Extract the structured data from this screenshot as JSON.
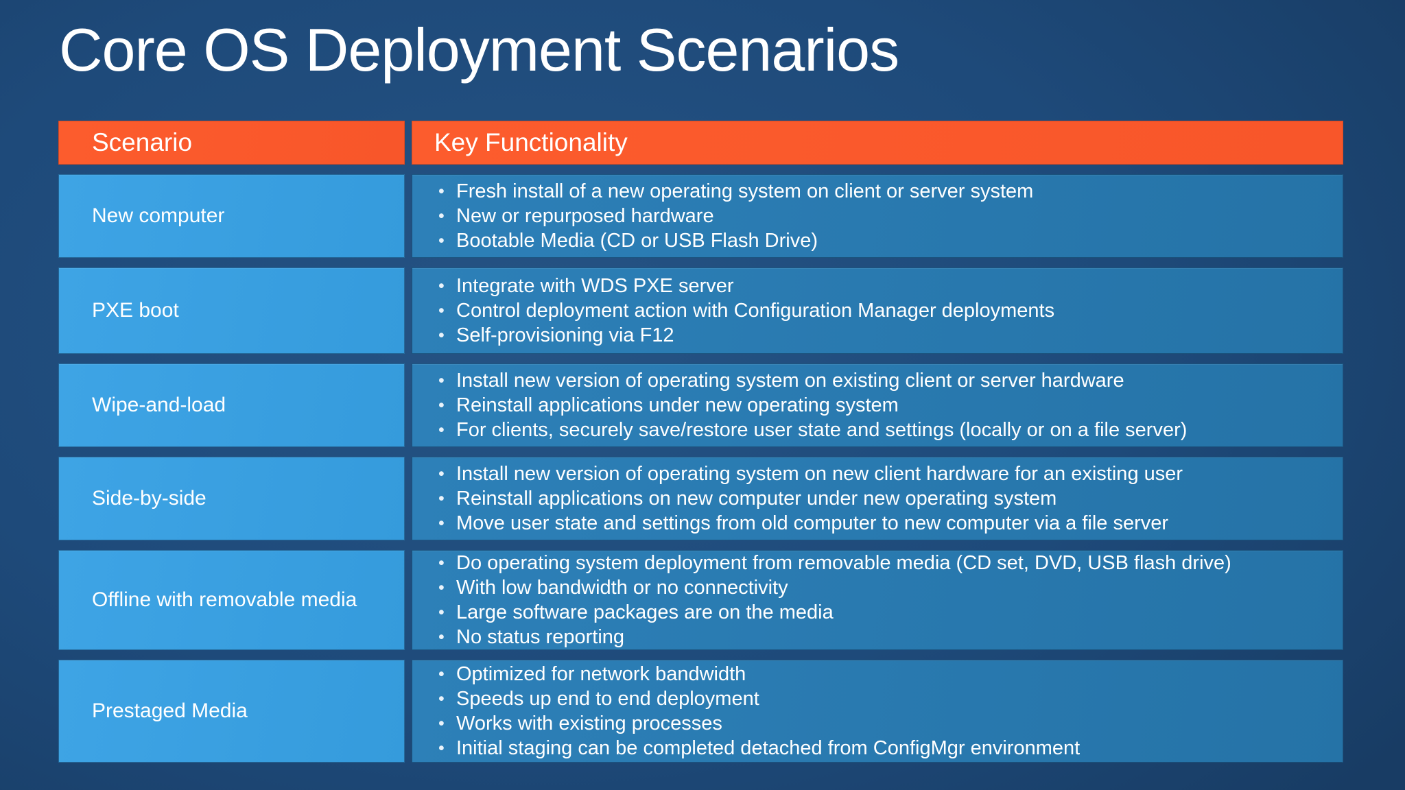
{
  "slide": {
    "title": "Core OS Deployment Scenarios"
  },
  "colors": {
    "background": "#1E4A7A",
    "header_fill": "#FA582C",
    "scenario_cell_fill": "#39A0E1",
    "functionality_cell_fill": "#2878B0",
    "text": "#FFFFFF"
  },
  "table": {
    "headers": [
      "Scenario",
      "Key Functionality"
    ],
    "rows": [
      {
        "scenario": "New computer",
        "bullets": [
          "Fresh install of a new operating system on client or server system",
          "New or repurposed hardware",
          "Bootable Media (CD or USB Flash Drive)"
        ]
      },
      {
        "scenario": "PXE boot",
        "bullets": [
          "Integrate with WDS PXE server",
          "Control deployment action with Configuration Manager deployments",
          "Self-provisioning via F12"
        ]
      },
      {
        "scenario": "Wipe-and-load",
        "bullets": [
          "Install new version of operating system on existing client or server hardware",
          "Reinstall applications under new operating system",
          "For clients, securely save/restore user state and settings (locally or on a file server)"
        ]
      },
      {
        "scenario": "Side-by-side",
        "bullets": [
          "Install new version of operating system on new client hardware for an existing user",
          "Reinstall applications on new computer under new operating system",
          "Move user state and settings from old computer to new computer via a file server"
        ]
      },
      {
        "scenario": "Offline with removable media",
        "bullets": [
          "Do operating system deployment from removable media (CD set, DVD, USB flash drive)",
          "With low bandwidth or no connectivity",
          "Large software packages are on the media",
          "No status reporting"
        ]
      },
      {
        "scenario": "Prestaged Media",
        "bullets": [
          "Optimized for network bandwidth",
          "Speeds up end to end deployment",
          "Works with existing processes",
          "Initial staging can be completed detached from ConfigMgr environment"
        ]
      }
    ]
  }
}
